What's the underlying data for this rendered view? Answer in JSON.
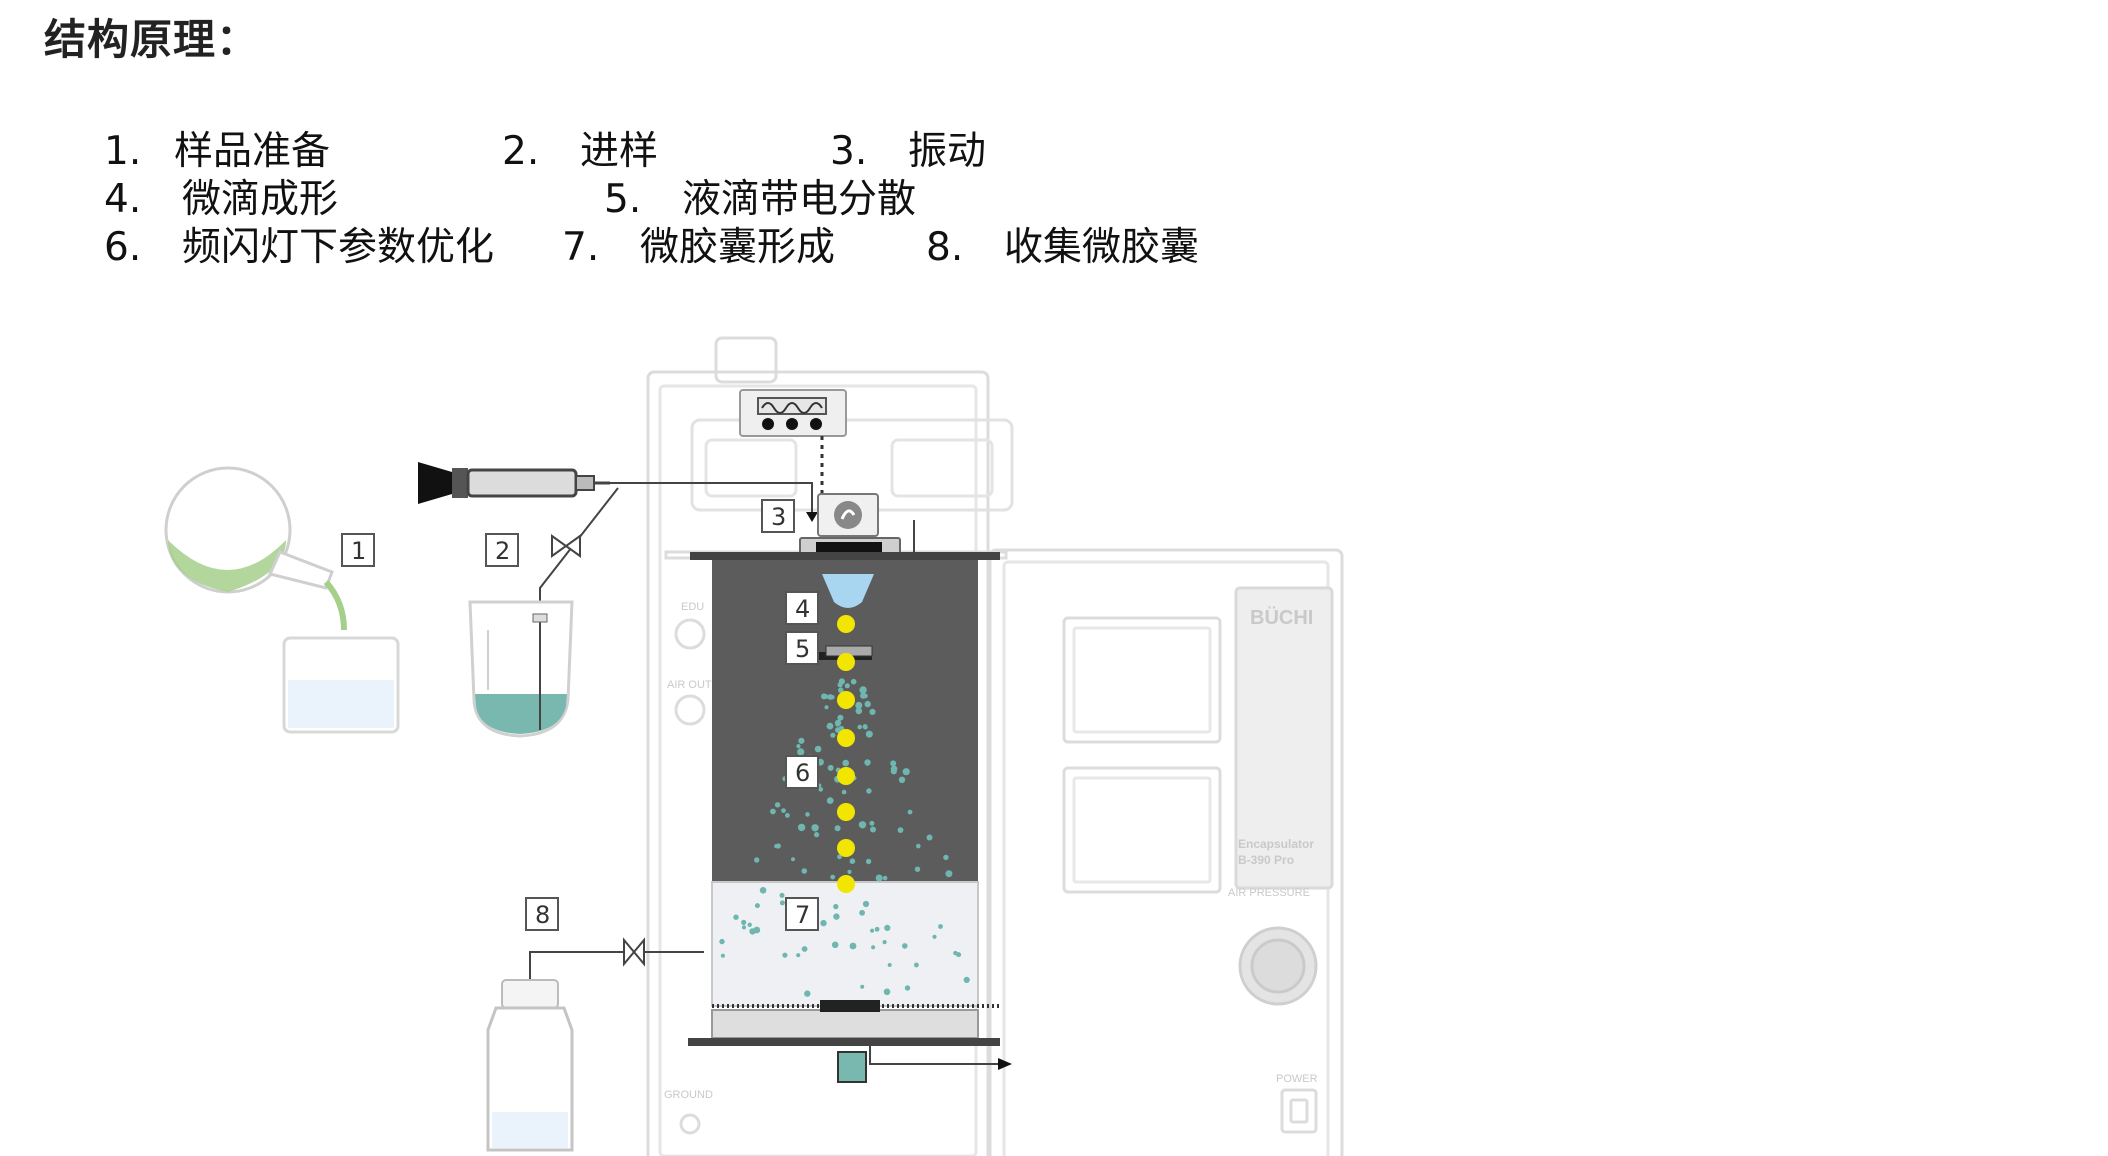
{
  "heading": "结构原理：",
  "steps": [
    {
      "num": "1.",
      "label": "样品准备"
    },
    {
      "num": "2.",
      "label": "进样"
    },
    {
      "num": "3.",
      "label": "振动"
    },
    {
      "num": "4.",
      "label": "微滴成形"
    },
    {
      "num": "5.",
      "label": "液滴带电分散"
    },
    {
      "num": "6.",
      "label": "频闪灯下参数优化"
    },
    {
      "num": "7.",
      "label": "微胶囊形成"
    },
    {
      "num": "8.",
      "label": "收集微胶囊"
    }
  ],
  "diagram": {
    "callouts": [
      "1",
      "2",
      "3",
      "4",
      "5",
      "6",
      "7",
      "8"
    ],
    "panel_labels": {
      "edu": "EDU",
      "air_out": "AIR OUT",
      "ground": "GROUND",
      "brand": "BÜCHI",
      "model_line1": "Encapsulator",
      "model_line2": "B-390 Pro",
      "air_pressure": "AIR PRESSURE",
      "power": "POWER"
    },
    "colors": {
      "chamber": "#5c5c5c",
      "droplet": "#f2e600",
      "spray": "#6fb6b0",
      "green_liquid": "#a6cf8c",
      "teal_liquid": "#79b8ae",
      "device_line": "#dcdcdc"
    }
  }
}
